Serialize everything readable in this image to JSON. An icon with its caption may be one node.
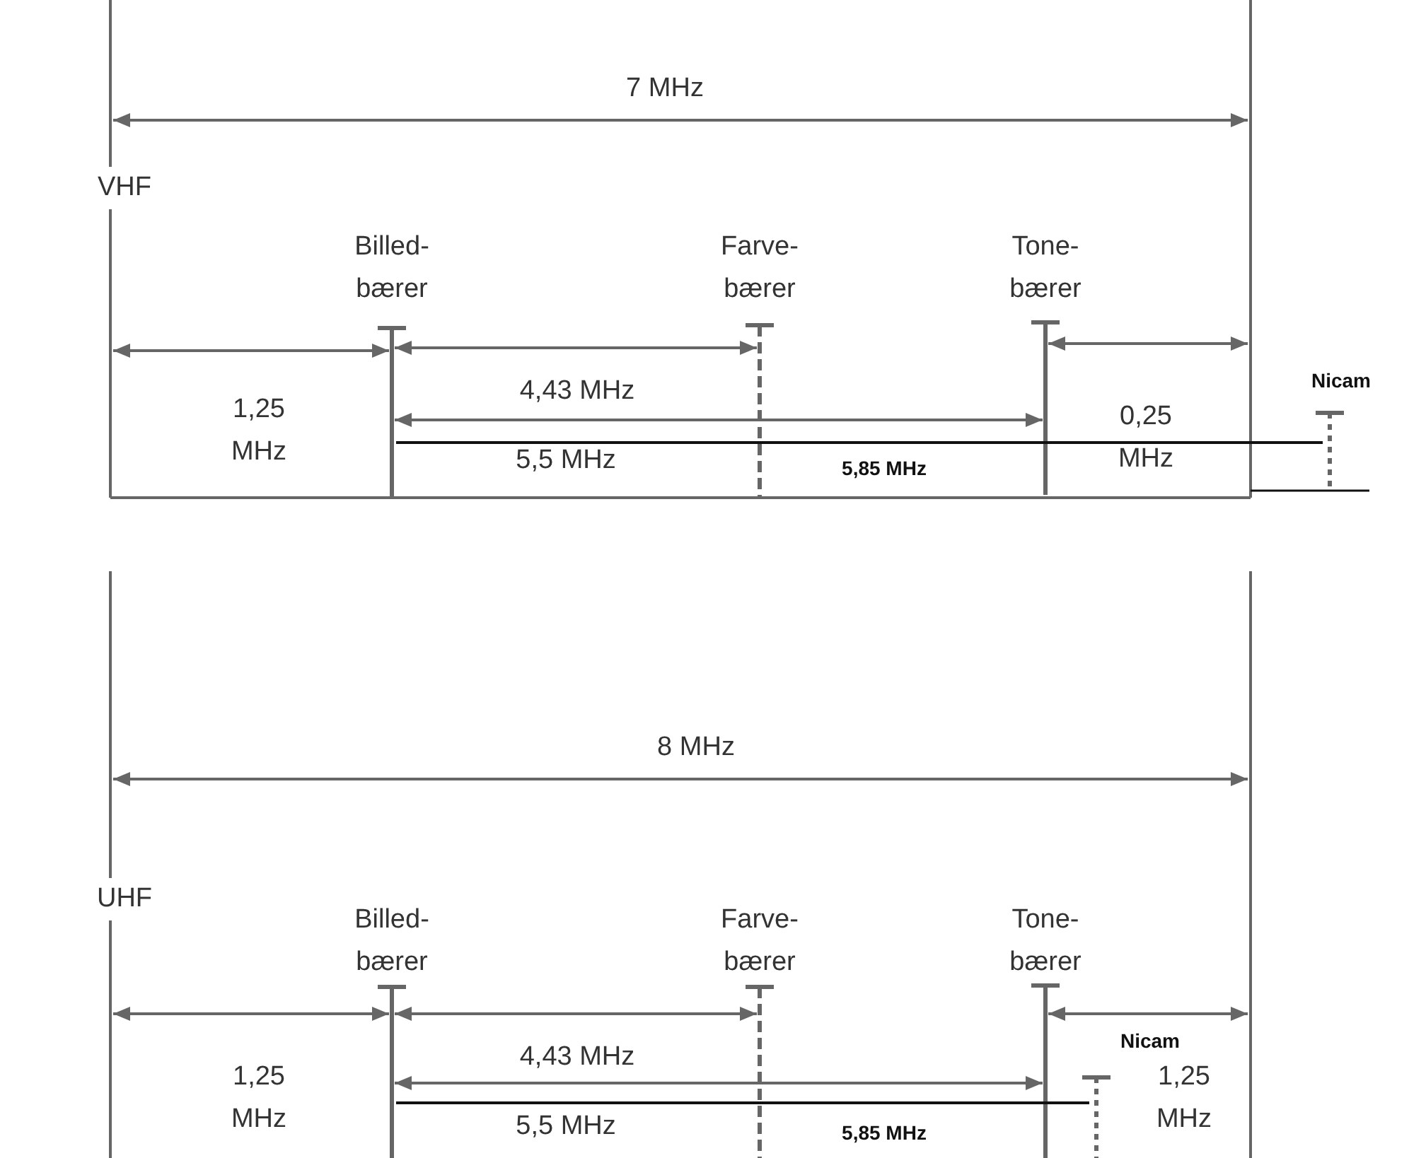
{
  "diagram": {
    "labels": [
      "7 MHz",
      "VHF",
      "Billed- bærer",
      "Farve- bærer",
      "Tone- bærer",
      "1,25 MHz",
      "4,43 MHz",
      "0,25 MHz",
      "Nicam",
      "5,5 MHz",
      "5,85 MHz",
      "8 MHz",
      "UHF",
      "Billed- bærer",
      "Farve- bærer",
      "Tone- bærer",
      "Nicam",
      "1,25 MHz",
      "4,43 MHz",
      "1,25 MHz",
      "5,5 MHz",
      "5,85 MHz"
    ]
  }
}
